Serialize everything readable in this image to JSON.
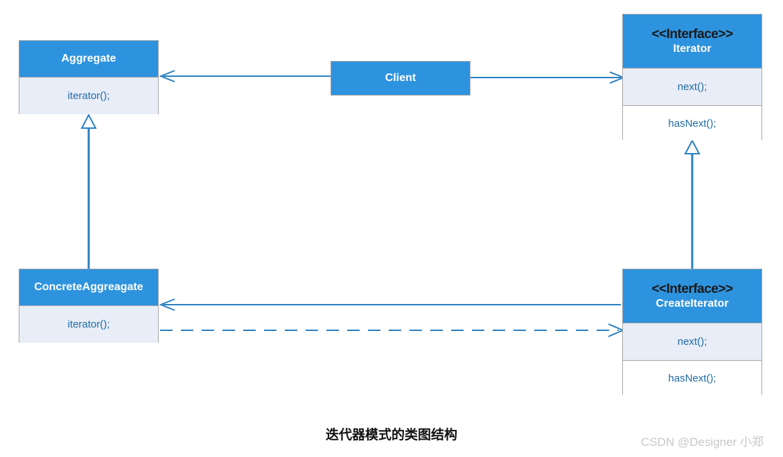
{
  "diagram": {
    "caption": "迭代器模式的类图结构",
    "watermark": "CSDN @Designer 小郑",
    "colors": {
      "header_blue": "#2e93de",
      "compartment_tint": "#e8edf7",
      "box_border": "#a6a6a6",
      "edge_blue": "#2a7fc0",
      "text_blue": "#1f6aa5",
      "stereotype_text": "#1a1a1a"
    },
    "classes": {
      "aggregate": {
        "name": "Aggregate",
        "operations": [
          "iterator();"
        ]
      },
      "client": {
        "name": "Client"
      },
      "iterator": {
        "stereotype": "<<Interface>>",
        "name": "Iterator",
        "operations": [
          "next();",
          "hasNext();"
        ]
      },
      "concrete_aggregate": {
        "name": "ConcreteAggreagate",
        "operations": [
          "iterator();"
        ]
      },
      "create_iterator": {
        "stereotype": "<<Interface>>",
        "name": "CreateIterator",
        "operations": [
          "next();",
          "hasNext();"
        ]
      }
    },
    "relations": [
      {
        "id": "client-to-aggregate",
        "kind": "association",
        "line": "solid",
        "arrow": "open",
        "from": "client",
        "to": "aggregate",
        "direction": "left"
      },
      {
        "id": "client-to-iterator",
        "kind": "association",
        "line": "solid",
        "arrow": "open",
        "from": "client",
        "to": "iterator",
        "direction": "right"
      },
      {
        "id": "concrete-aggregate-to-aggregate",
        "kind": "generalization",
        "line": "solid",
        "arrow": "hollow-triangle",
        "from": "concrete_aggregate",
        "to": "aggregate",
        "direction": "up"
      },
      {
        "id": "create-iterator-to-iterator",
        "kind": "generalization",
        "line": "solid",
        "arrow": "hollow-triangle",
        "from": "create_iterator",
        "to": "iterator",
        "direction": "up"
      },
      {
        "id": "create-iterator-to-concrete-aggregate",
        "kind": "association",
        "line": "solid",
        "arrow": "open",
        "from": "create_iterator",
        "to": "concrete_aggregate",
        "direction": "left"
      },
      {
        "id": "concrete-aggregate-to-create-iterator",
        "kind": "dependency",
        "line": "dashed",
        "arrow": "open",
        "from": "concrete_aggregate",
        "to": "create_iterator",
        "direction": "right"
      }
    ]
  }
}
